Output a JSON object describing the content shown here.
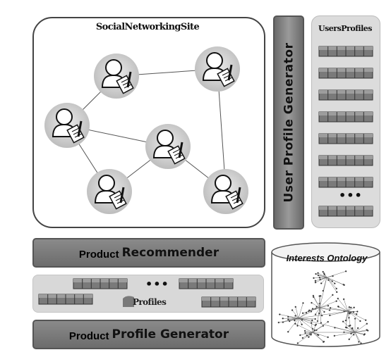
{
  "social_site": {
    "title": "SocialNetworkingSite"
  },
  "user_profile_generator": {
    "label": "User Profile Generator"
  },
  "users_profiles": {
    "title": "UsersProfiles",
    "ellipsis": "•••"
  },
  "product_recommender": {
    "label_prefix": "Product",
    "label_main": "Recommender"
  },
  "product_profiles": {
    "title": "Profiles",
    "ellipsis": "•••"
  },
  "product_profile_generator": {
    "label_prefix": "Product",
    "label_main": "Profile Generator"
  },
  "interests_ontology": {
    "title": "Interests Ontology"
  },
  "colors": {
    "bar_dark": "#6c6c6c",
    "panel_light": "#dcdcdc",
    "outline": "#444444"
  }
}
